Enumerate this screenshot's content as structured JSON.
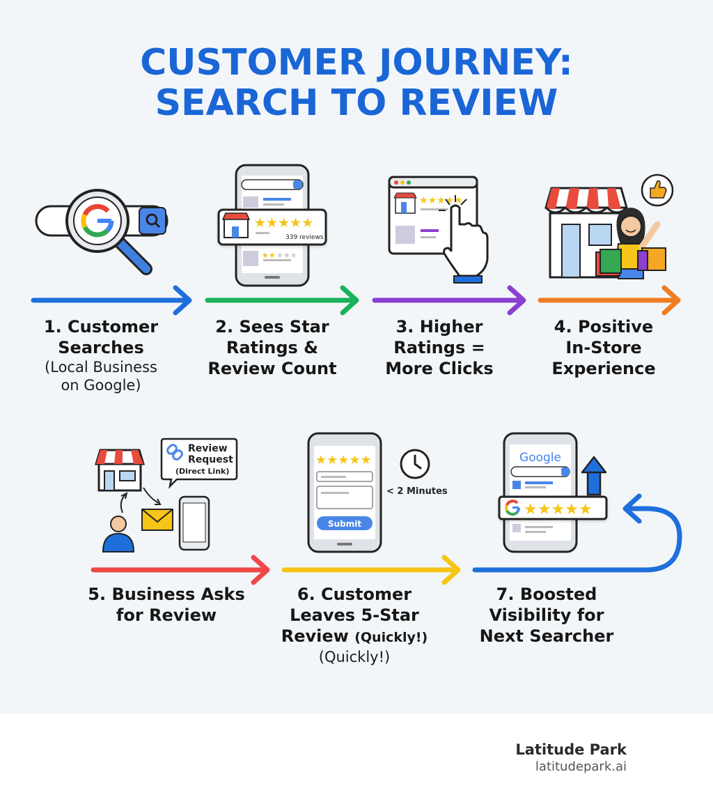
{
  "title": {
    "line1": "CUSTOMER JOURNEY:",
    "line2": "SEARCH TO REVIEW"
  },
  "colors": {
    "title": "#1a66d6",
    "step1": "#1e6fdc",
    "step2": "#19b25a",
    "step3": "#8a3fd1",
    "step4": "#f07d22",
    "step5": "#f04747",
    "step6": "#f5c518",
    "step7": "#1e6fdc",
    "star": "#f5c518"
  },
  "steps": [
    {
      "line1": "1. Customer",
      "line2": "Searches",
      "sub1": "(Local Business",
      "sub2": "on Google)",
      "icon": "magnifier-google-icon"
    },
    {
      "line1": "2. Sees Star",
      "line2": "Ratings &",
      "line3": "Review Count",
      "icon": "phone-ratings-icon",
      "review_count": "339 reviews"
    },
    {
      "line1": "3. Higher",
      "line2": "Ratings =",
      "line3": "More Clicks",
      "icon": "browser-click-icon"
    },
    {
      "line1": "4. Positive",
      "line2": "In-Store",
      "line3": "Experience",
      "icon": "store-shopper-icon"
    },
    {
      "line1": "5. Business Asks",
      "line2": "for Review",
      "icon": "review-request-icon",
      "bubble1": "Review",
      "bubble2": "Request",
      "bubble3": "(Direct Link)"
    },
    {
      "line1": "6. Customer",
      "line2": "Leaves 5-Star",
      "line3": "Review",
      "line3_suffix": "(Quickly!)",
      "sub1": "(Quickly!)",
      "icon": "phone-review-form-icon",
      "submit": "Submit",
      "timer": "< 2 Minutes"
    },
    {
      "line1": "7. Boosted",
      "line2": "Visibility for",
      "line3": "Next Searcher",
      "icon": "phone-boosted-icon",
      "google": "Google"
    }
  ],
  "footer": {
    "brand": "Latitude Park",
    "url": "latitudepark.ai"
  }
}
